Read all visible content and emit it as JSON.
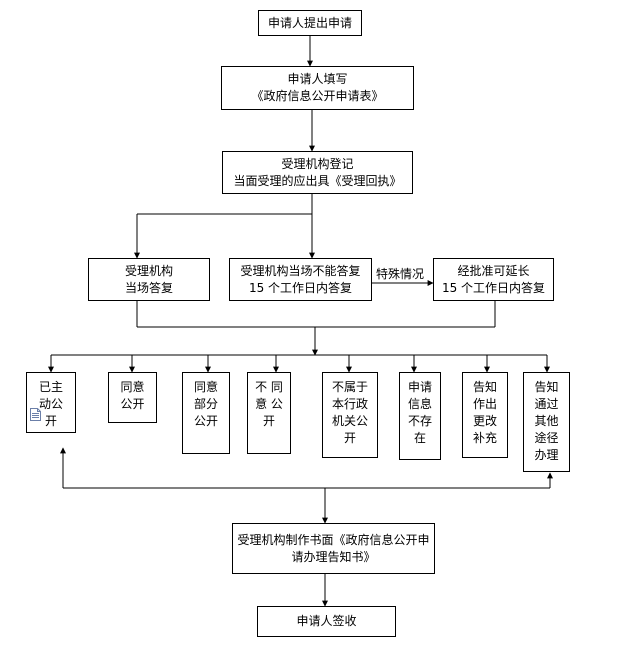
{
  "nodes": {
    "apply": "申请人提出申请",
    "fill_form": "申请人填写\n《政府信息公开申请表》",
    "register": "受理机构登记\n当面受理的应出具《受理回执》",
    "reply_now": "受理机构\n当场答复",
    "reply_15": "受理机构当场不能答复\n15 个工作日内答复",
    "extend": "经批准可延长\n15 个工作日内答复",
    "special_label": "特殊情况",
    "out_1": "已主\n动公\n开",
    "out_2": "同意\n公开",
    "out_3": "同意\n部分\n公开",
    "out_4": "不 同\n意 公\n开",
    "out_5": "不属于\n本行政\n机关公\n开",
    "out_6": "申请\n信息\n不存\n在",
    "out_7": "告知\n作出\n更改\n补充",
    "out_8": "告知\n通过\n其他\n途径\n办理",
    "notice": "受理机构制作书面《政府信息公开申\n请办理告知书》",
    "sign": "申请人签收"
  },
  "colors": {
    "line": "#000000",
    "border": "#000000",
    "icon": "#6b7fa8"
  },
  "icons": {
    "doc": "document-icon"
  }
}
